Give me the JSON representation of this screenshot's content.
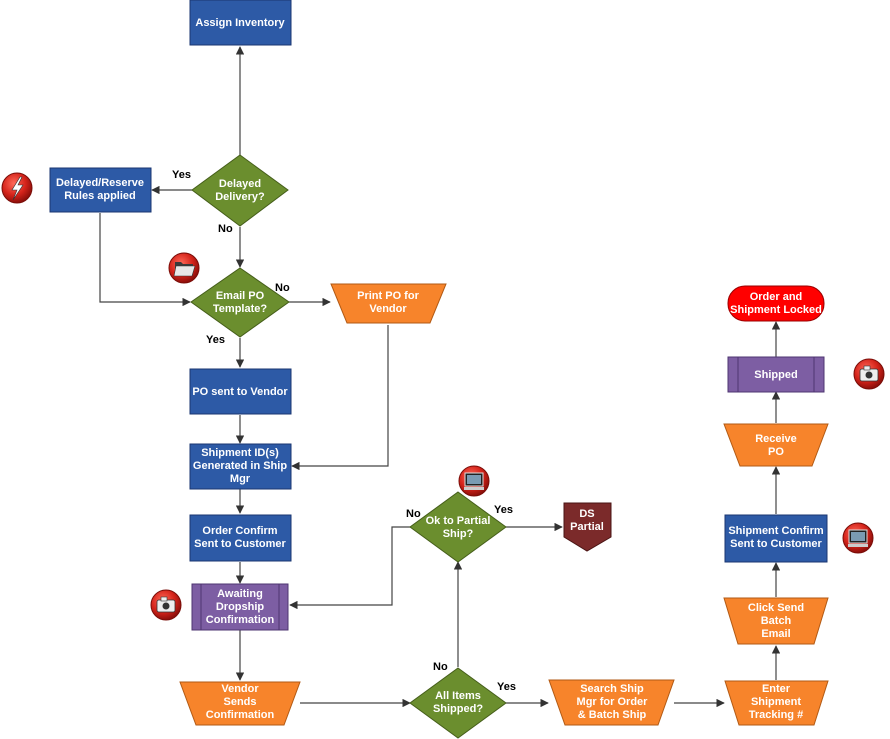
{
  "colors": {
    "process_blue": "#2d5aa6",
    "decision_green": "#6b8e2e",
    "manual_orange": "#f7842b",
    "subprocess_purple": "#7d5ea3",
    "terminal_red": "#ff0000",
    "offpage_maroon": "#7b2a2a",
    "icon_red": "#d02018"
  },
  "nodes": {
    "assign_inventory": {
      "lines": [
        "Assign Inventory"
      ]
    },
    "delayed_delivery": {
      "lines": [
        "Delayed",
        "Delivery?"
      ]
    },
    "delayed_reserve": {
      "lines": [
        "Delayed/Reserve",
        "Rules applied"
      ]
    },
    "email_po_template": {
      "lines": [
        "Email PO",
        "Template?"
      ]
    },
    "print_po": {
      "lines": [
        "Print PO for",
        "Vendor"
      ]
    },
    "po_sent": {
      "lines": [
        "PO sent to Vendor"
      ]
    },
    "shipment_ids": {
      "lines": [
        "Shipment ID(s)",
        "Generated in Ship",
        "Mgr"
      ]
    },
    "order_confirm": {
      "lines": [
        "Order Confirm",
        "Sent to Customer"
      ]
    },
    "awaiting_dropship": {
      "lines": [
        "Awaiting",
        "Dropship",
        "Confirmation"
      ]
    },
    "vendor_sends": {
      "lines": [
        "Vendor",
        "Sends",
        "Confirmation"
      ]
    },
    "all_items_shipped": {
      "lines": [
        "All Items",
        "Shipped?"
      ]
    },
    "ok_partial": {
      "lines": [
        "Ok to Partial",
        "Ship?"
      ]
    },
    "ds_partial": {
      "lines": [
        "DS",
        "Partial"
      ]
    },
    "search_ship_mgr": {
      "lines": [
        "Search Ship",
        "Mgr for Order",
        "& Batch Ship"
      ]
    },
    "enter_tracking": {
      "lines": [
        "Enter",
        "Shipment",
        "Tracking #"
      ]
    },
    "click_send": {
      "lines": [
        "Click Send",
        "Batch",
        "Email"
      ]
    },
    "shipment_confirm": {
      "lines": [
        "Shipment Confirm",
        "Sent to Customer"
      ]
    },
    "receive_po": {
      "lines": [
        "Receive",
        "PO"
      ]
    },
    "shipped": {
      "lines": [
        "Shipped"
      ]
    },
    "order_locked": {
      "lines": [
        "Order and",
        "Shipment Locked"
      ]
    }
  },
  "edge_labels": {
    "delayed_yes": "Yes",
    "delayed_no": "No",
    "email_no": "No",
    "email_yes": "Yes",
    "partial_no": "No",
    "partial_yes": "Yes",
    "all_no": "No",
    "all_yes": "Yes"
  },
  "icons": {
    "bolt": "lightning-icon",
    "folder": "folder-icon",
    "camera": "camera-icon",
    "monitor": "monitor-icon"
  }
}
